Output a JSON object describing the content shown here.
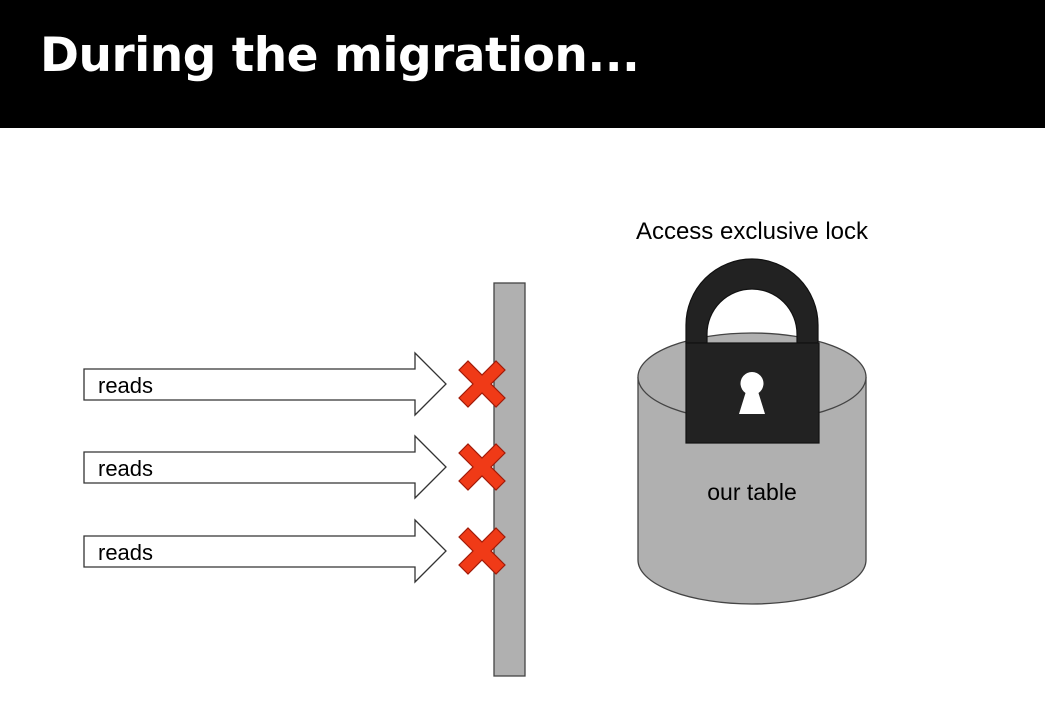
{
  "slide": {
    "title": "During the migration..."
  },
  "arrows": [
    {
      "label": "reads",
      "blocked": true
    },
    {
      "label": "reads",
      "blocked": true
    },
    {
      "label": "reads",
      "blocked": true
    }
  ],
  "lock": {
    "label": "Access exclusive lock"
  },
  "table": {
    "label": "our table"
  },
  "colors": {
    "title_bar": "#000000",
    "title_text": "#ffffff",
    "barrier": "#b0b0b0",
    "cross": "#f03a17",
    "cylinder": "#b0b0b0",
    "lock_body": "#222222"
  }
}
